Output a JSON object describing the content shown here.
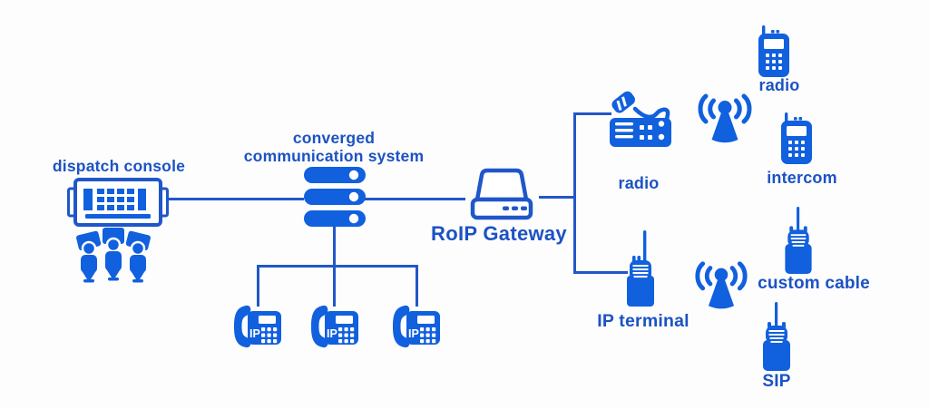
{
  "diagram": {
    "colors": {
      "accent_fill": "#1160de",
      "outline_stroke": "#1f57c9",
      "label_text": "#1c52c4",
      "connector_line": "#2157c8",
      "background": "#fdfdfd"
    },
    "nodes": {
      "dispatch_console": {
        "label": "dispatch console"
      },
      "converged_system": {
        "label_line1": "converged",
        "label_line2": "communication system"
      },
      "roip_gateway": {
        "label": "RoIP Gateway"
      },
      "radio_base_station": {
        "label": "radio"
      },
      "ip_terminal": {
        "label": "IP terminal"
      },
      "handheld_radio": {
        "label": "radio"
      },
      "intercom": {
        "label": "intercom"
      },
      "custom_cable": {
        "label": "custom cable"
      },
      "sip": {
        "label": "SIP"
      },
      "ip_phone": {
        "label": "IP"
      }
    },
    "connections": [
      "dispatch console - converged communication system",
      "converged communication system - RoIP Gateway",
      "converged communication system - IP phones (x3)",
      "RoIP Gateway - radio base station",
      "RoIP Gateway - IP terminal"
    ]
  }
}
